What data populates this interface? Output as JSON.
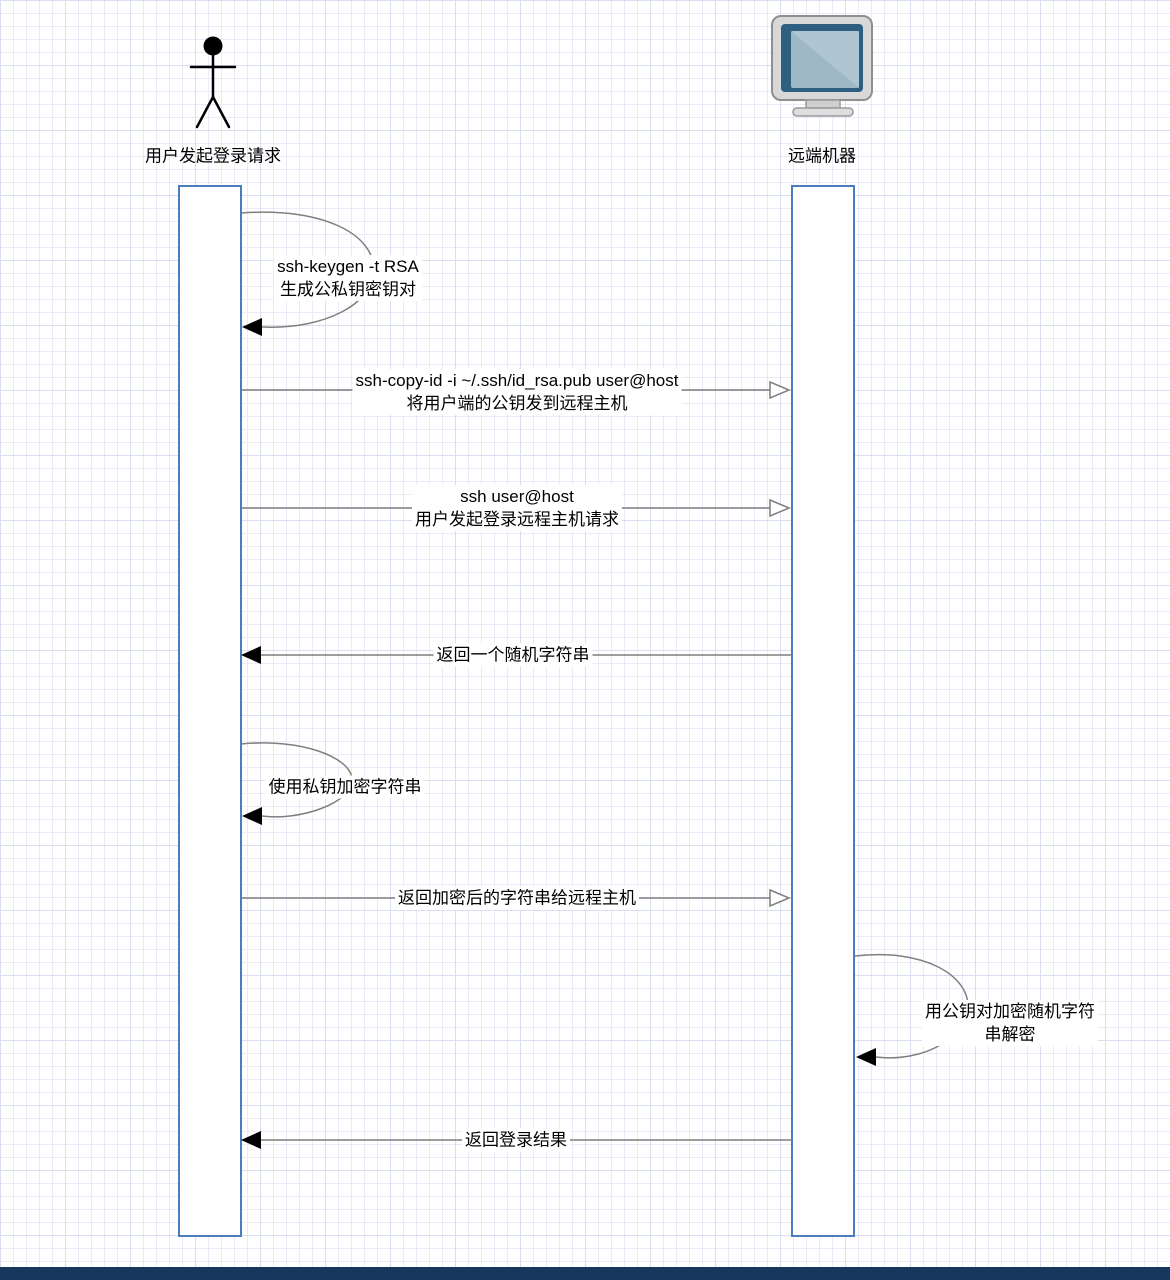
{
  "actors": {
    "left": {
      "label": "用户发起登录请求",
      "icon": "person-icon"
    },
    "right": {
      "label": "远端机器",
      "icon": "computer-icon"
    }
  },
  "messages": [
    {
      "type": "self",
      "target": "left",
      "arrow": "filled",
      "lines": [
        "ssh-keygen -t RSA",
        "生成公私钥密钥对"
      ]
    },
    {
      "type": "message",
      "direction": "right",
      "arrow": "open",
      "lines": [
        "ssh-copy-id -i ~/.ssh/id_rsa.pub user@host",
        "将用户端的公钥发到远程主机"
      ]
    },
    {
      "type": "message",
      "direction": "right",
      "arrow": "open",
      "lines": [
        "ssh user@host",
        "用户发起登录远程主机请求"
      ]
    },
    {
      "type": "message",
      "direction": "left",
      "arrow": "filled",
      "lines": [
        "返回一个随机字符串"
      ]
    },
    {
      "type": "self",
      "target": "left",
      "arrow": "filled",
      "lines": [
        "使用私钥加密字符串"
      ]
    },
    {
      "type": "message",
      "direction": "right",
      "arrow": "open",
      "lines": [
        "返回加密后的字符串给远程主机"
      ]
    },
    {
      "type": "self",
      "target": "right",
      "arrow": "filled",
      "lines": [
        "用公钥对加密随机字符",
        "串解密"
      ]
    },
    {
      "type": "message",
      "direction": "left",
      "arrow": "filled",
      "lines": [
        "返回登录结果"
      ]
    }
  ],
  "colors": {
    "activation_border": "#4a7dbd",
    "arrow_line": "#7f7f7f",
    "filled_arrowhead": "#000000",
    "grid_minor": "#e9ecf8",
    "grid_major": "#d9def1",
    "bottom_bar": "#17375d"
  }
}
